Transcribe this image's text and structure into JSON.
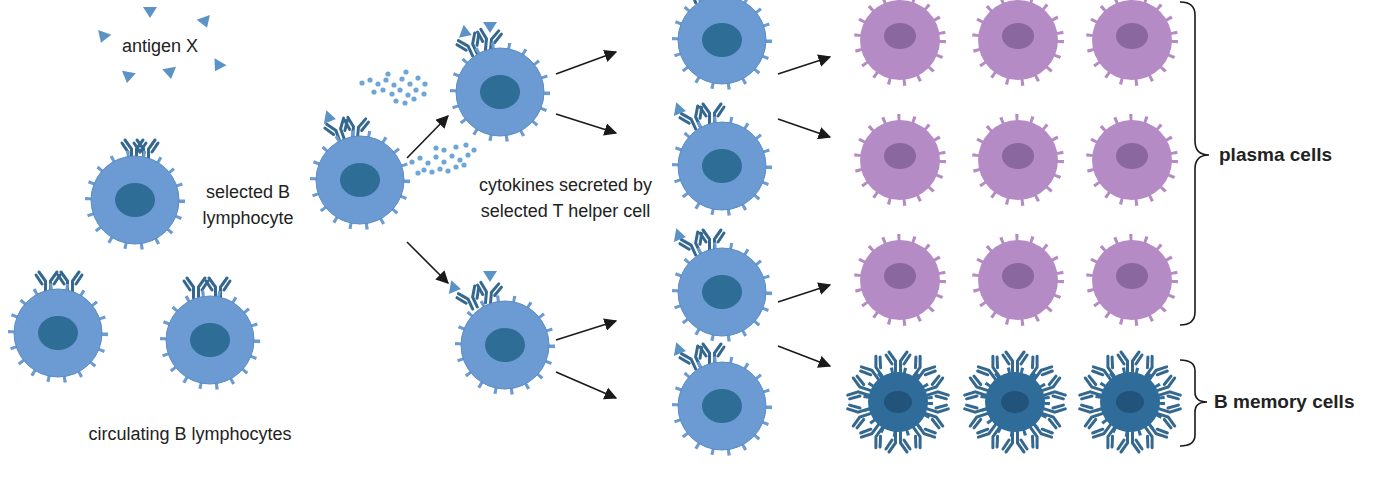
{
  "diagram": {
    "labels": [
      "antigen X",
      "selected B lymphocyte",
      "cytokines secreted by selected T helper cell",
      "circulating B lymphocytes",
      "plasma cells",
      "B memory cells"
    ]
  }
}
